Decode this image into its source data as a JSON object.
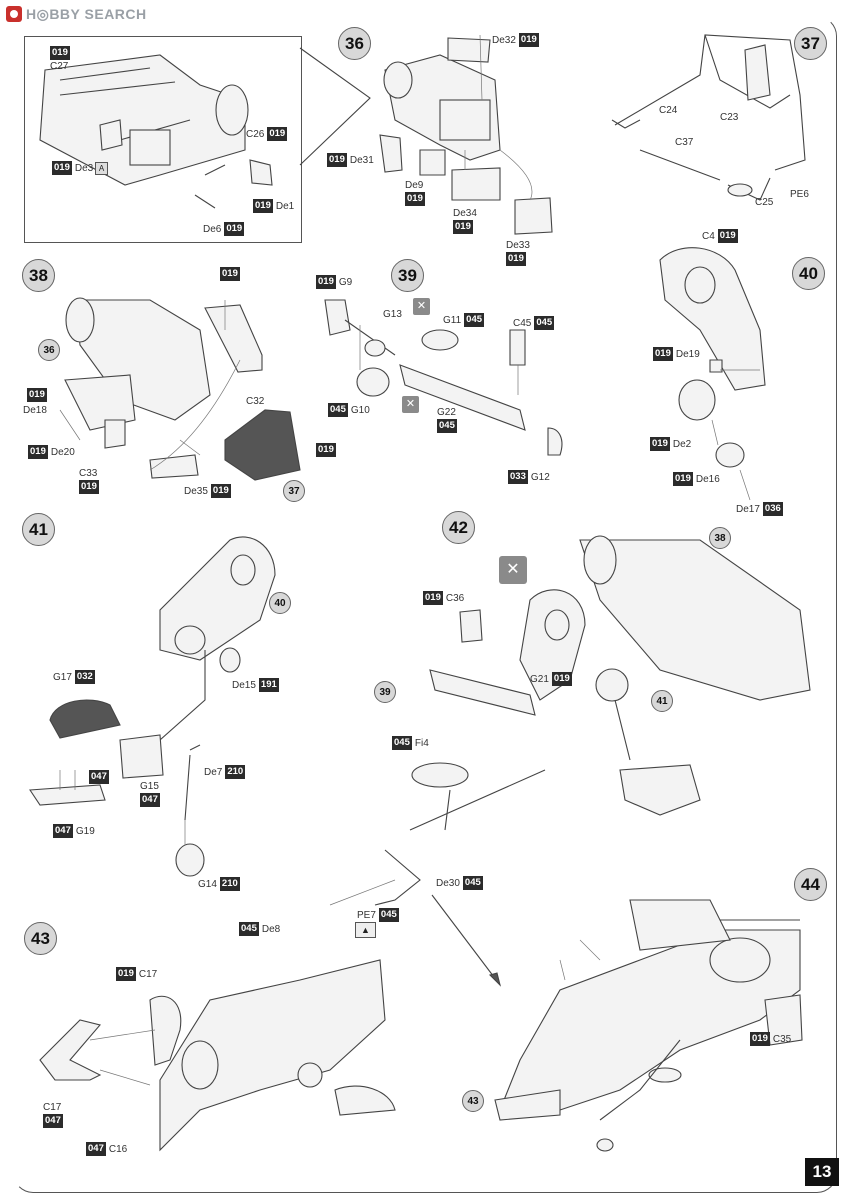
{
  "header": {
    "brand": "H◎BBY SEARCH"
  },
  "page_number": "13",
  "steps": {
    "s36": "36",
    "s37": "37",
    "s38": "38",
    "s39": "39",
    "s40": "40",
    "s41": "41",
    "s42": "42",
    "s43": "43",
    "s44": "44"
  },
  "refs": {
    "r36": "36",
    "r37": "37",
    "r38": "38",
    "r39": "39",
    "r40": "40",
    "r41": "41",
    "r43": "43"
  },
  "labels": {
    "inset_019_a": {
      "code": "019",
      "part": "C27"
    },
    "inset_c26": {
      "code": "019",
      "part": "C26"
    },
    "inset_de3": {
      "code": "019",
      "part": "De3"
    },
    "inset_de1": {
      "code": "019",
      "part": "De1"
    },
    "inset_de6": {
      "code": "019",
      "part": "De6"
    },
    "s36_de32": {
      "code": "019",
      "part": "De32"
    },
    "s36_de31": {
      "code": "019",
      "part": "De31"
    },
    "s36_de9": {
      "code": "019",
      "part": "De9"
    },
    "s36_de34": {
      "code": "019",
      "part": "De34"
    },
    "s36_de33": {
      "code": "019",
      "part": "De33"
    },
    "s37_c24": {
      "part": "C24"
    },
    "s37_c23": {
      "part": "C23"
    },
    "s37_c37": {
      "part": "C37"
    },
    "s37_pe6": {
      "part": "PE6"
    },
    "s37_c25": {
      "part": "C25"
    },
    "s38_019_top": {
      "code": "019"
    },
    "s38_c32": {
      "part": "C32"
    },
    "s38_019_left": {
      "code": "019"
    },
    "s38_de18": {
      "part": "De18"
    },
    "s38_de20": {
      "code": "019",
      "part": "De20"
    },
    "s38_c33": {
      "code": "019",
      "part": "C33"
    },
    "s38_de35": {
      "code": "019",
      "part": "De35"
    },
    "s38_019_right": {
      "code": "019"
    },
    "s39_g9": {
      "code": "019",
      "part": "G9"
    },
    "s39_g13": {
      "part": "G13"
    },
    "s39_g11": {
      "code": "045",
      "part": "G11"
    },
    "s39_c45": {
      "code": "045",
      "part": "C45"
    },
    "s39_g10": {
      "code": "045",
      "part": "G10"
    },
    "s39_g22": {
      "code": "045",
      "part": "G22"
    },
    "s39_g12": {
      "code": "033",
      "part": "G12"
    },
    "s40_c4": {
      "code": "019",
      "part": "C4"
    },
    "s40_de19": {
      "code": "019",
      "part": "De19"
    },
    "s40_de2": {
      "code": "019",
      "part": "De2"
    },
    "s40_de16": {
      "code": "019",
      "part": "De16"
    },
    "s40_de17": {
      "code": "036",
      "part": "De17"
    },
    "s41_g17": {
      "code": "032",
      "part": "G17"
    },
    "s41_de15": {
      "code": "191",
      "part": "De15"
    },
    "s41_047a": {
      "code": "047"
    },
    "s41_g15": {
      "code": "047",
      "part": "G15"
    },
    "s41_de7": {
      "code": "210",
      "part": "De7"
    },
    "s41_g19": {
      "code": "047",
      "part": "G19"
    },
    "s41_g14": {
      "code": "210",
      "part": "G14"
    },
    "s42_c36": {
      "code": "019",
      "part": "C36"
    },
    "s42_g21": {
      "code": "019",
      "part": "G21"
    },
    "s42_fi4": {
      "code": "045",
      "part": "Fi4"
    },
    "s42_de30": {
      "code": "045",
      "part": "De30"
    },
    "s42_de8": {
      "code": "045",
      "part": "De8"
    },
    "s42_pe7": {
      "code": "045",
      "part": "PE7"
    },
    "s43_c17a": {
      "code": "019",
      "part": "C17"
    },
    "s43_c17b": {
      "code": "047",
      "part": "C17"
    },
    "s43_c16": {
      "code": "047",
      "part": "C16"
    },
    "s44_c35": {
      "code": "019",
      "part": "C35"
    }
  },
  "icons": {
    "glue": "glue-icon",
    "no_glue": "no-glue-icon",
    "bend": "bend-icon"
  }
}
